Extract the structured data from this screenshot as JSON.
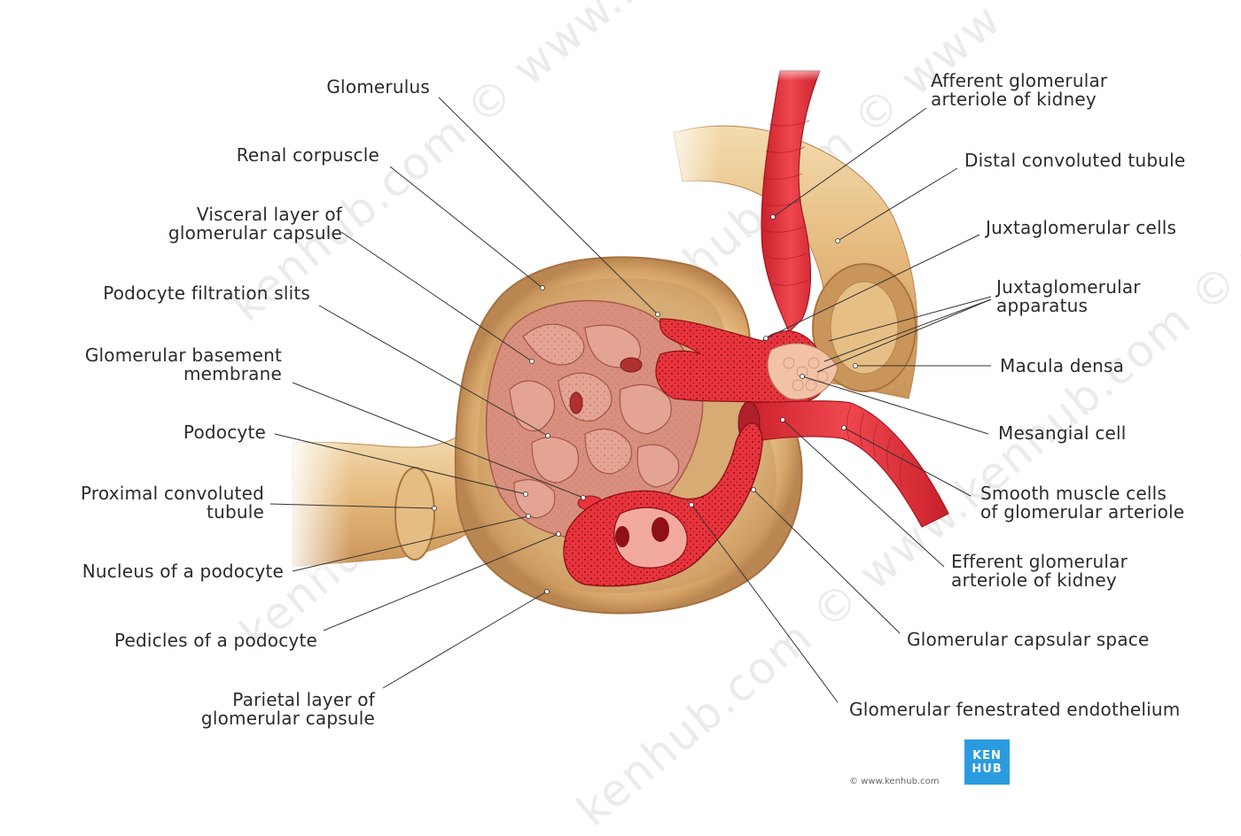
{
  "watermark": {
    "text": "kenhub.com © www.kenhub.com © www",
    "color": "#ebebeb"
  },
  "labels_left": {
    "glomerulus": "Glomerulus",
    "renal_corpuscle": "Renal corpuscle",
    "visceral_layer_1": "Visceral layer of",
    "visceral_layer_2": "glomerular capsule",
    "podocyte_slits": "Podocyte filtration slits",
    "gbm_1": "Glomerular basement",
    "gbm_2": "membrane",
    "podocyte": "Podocyte",
    "pct_1": "Proximal convoluted",
    "pct_2": "tubule",
    "nucleus": "Nucleus of a podocyte",
    "pedicles": "Pedicles of a podocyte",
    "parietal_1": "Parietal layer of",
    "parietal_2": "glomerular capsule"
  },
  "labels_right": {
    "afferent_1": "Afferent glomerular",
    "afferent_2": "arteriole of kidney",
    "dct": "Distal convoluted tubule",
    "jg_cells": "Juxtaglomerular cells",
    "jga_1": "Juxtaglomerular",
    "jga_2": "apparatus",
    "macula_densa": "Macula densa",
    "mesangial": "Mesangial cell",
    "smooth_1": "Smooth muscle cells",
    "smooth_2": "of glomerular arteriole",
    "efferent_1": "Efferent glomerular",
    "efferent_2": "arteriole of kidney",
    "capsular_space": "Glomerular capsular space",
    "fenestrated": "Glomerular fenestrated endothelium"
  },
  "brand": {
    "logo_line1": "KEN",
    "logo_line2": "HUB",
    "copyright": "© www.kenhub.com",
    "logo_color": "#2b9be0"
  },
  "colors": {
    "tubule": "#e7c186",
    "tubule_dark": "#c8955a",
    "capsule": "#ddb27a",
    "podocyte": "#d98f7e",
    "vessel": "#e8343d",
    "vessel_dark": "#b81e28",
    "line": "#333333"
  }
}
